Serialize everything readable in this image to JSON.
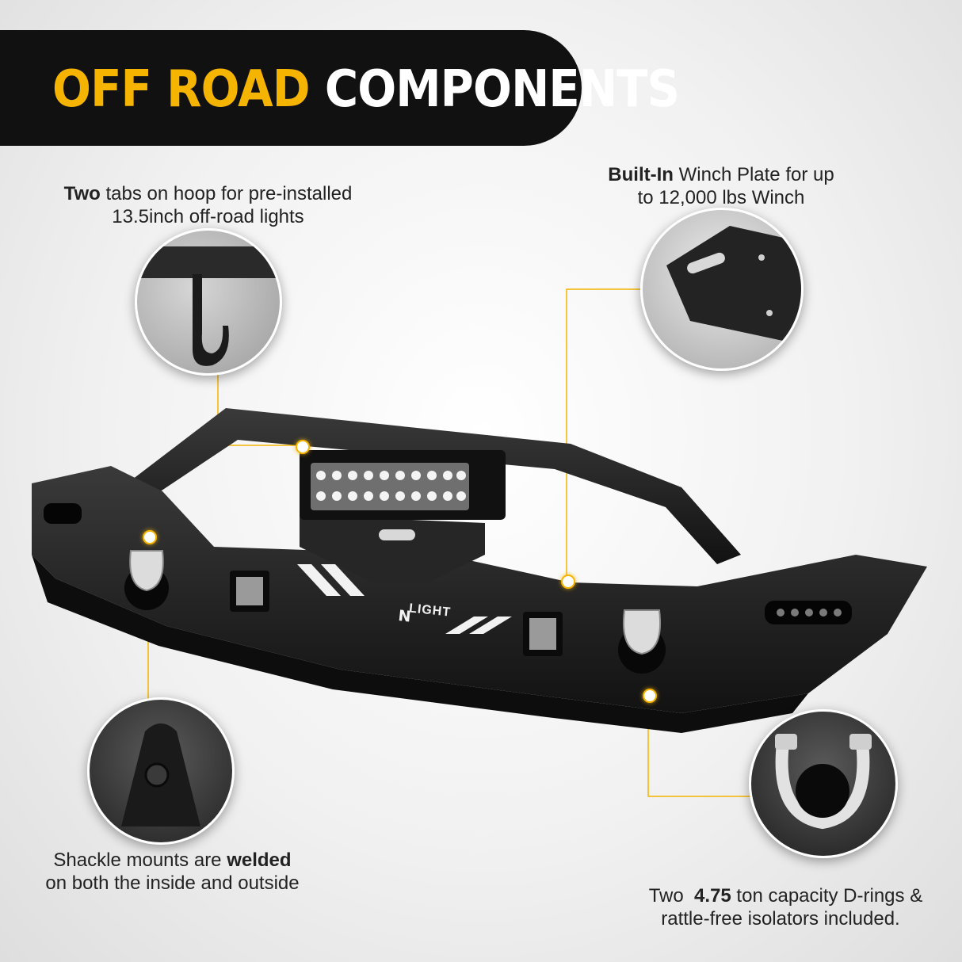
{
  "banner": {
    "highlight": "OFF ROAD",
    "rest": "COMPONENTS"
  },
  "callouts": {
    "light_tabs": {
      "bold": "Two",
      "text1": " tabs on hoop for pre-installed",
      "text2": "13.5inch off-road lights"
    },
    "winch_plate": {
      "bold": "Built-In",
      "text1": " Winch Plate for up",
      "text2": "to 12,000 lbs Winch"
    },
    "shackle_mounts": {
      "text1": "Shackle mounts are ",
      "bold": "welded",
      "text2": "on both the inside and outside"
    },
    "d_rings": {
      "text1": "Two  ",
      "bold": "4.75",
      "text1b": " ton capacity D-rings &",
      "text2": "rattle-free isolators included."
    }
  },
  "logo": {
    "text": "LIGHT"
  },
  "colors": {
    "accent": "#f5b400",
    "banner_bg": "#111111",
    "product": "#1c1c1c"
  }
}
